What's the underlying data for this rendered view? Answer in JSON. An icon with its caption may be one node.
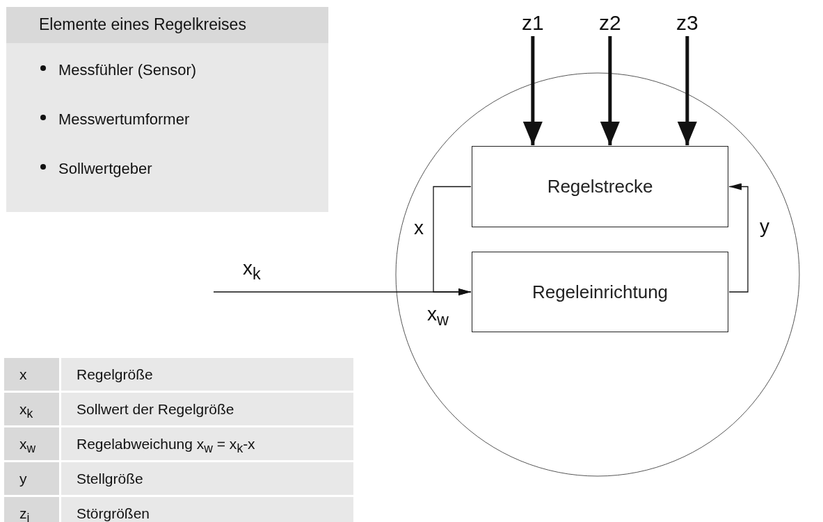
{
  "diagram": {
    "nodes": [
      {
        "text": [],
        "shape": "circle"
      },
      {
        "text": [
          "Regelstrecke"
        ],
        "in": 0
      },
      {
        "text": [
          "Regeleinrichtung"
        ],
        "in": 0
      },
      {
        "text": [
          "z1"
        ]
      },
      {
        "text": [
          "z2"
        ]
      },
      {
        "text": [
          "z3"
        ]
      },
      {
        "text": [
          "Elemente eines Regelkreises",
          "Messfühler (Sensor)",
          "Messwertumformer",
          "Sollwertgeber"
        ]
      }
    ],
    "edges": [
      {
        "from": 3,
        "to": 1,
        "arrow": "to",
        "style": "thick"
      },
      {
        "from": 4,
        "to": 1,
        "arrow": "to",
        "style": "thick"
      },
      {
        "from": 5,
        "to": 1,
        "arrow": "to",
        "style": "thick"
      },
      {
        "from": 1,
        "to": 2,
        "arrow": "to",
        "label": "x"
      },
      {
        "from": 2,
        "to": 1,
        "arrow": "to",
        "label": "y"
      },
      {
        "from": null,
        "to": 2,
        "arrow": "to",
        "label": "x$_{k}$"
      }
    ],
    "labels": [
      "x$_{w}$",
      "x",
      "Regelgröße",
      "x$_{k}$",
      "Sollwert der Regelgröße",
      "x$_{w}$",
      "Regelabweichung x$_{w}$ = x$_{k}$-x",
      "y",
      "Stellgröße",
      "z$_{i}$",
      "Störgrößen"
    ]
  }
}
